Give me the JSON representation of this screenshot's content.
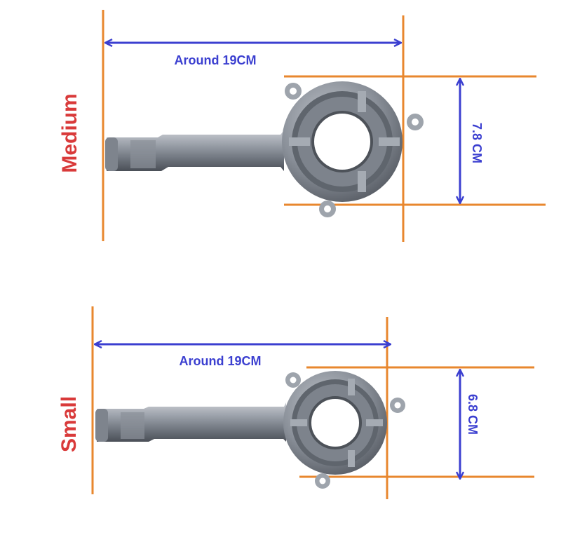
{
  "colors": {
    "guide_line": "#E8872E",
    "arrow": "#3B3FD0",
    "dimension_text": "#3B3FD0",
    "size_label": "#D93A3A",
    "metal": "#8E949E"
  },
  "medium": {
    "size_label": "Medium",
    "length_label": "Around 19CM",
    "diameter_label": "7.8 CM"
  },
  "small": {
    "size_label": "Small",
    "length_label": "Around 19CM",
    "diameter_label": "6.8 CM"
  }
}
